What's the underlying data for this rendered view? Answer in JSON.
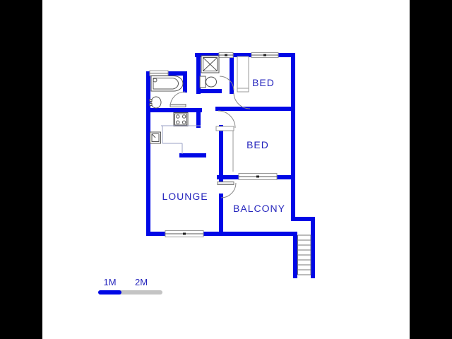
{
  "title": "floor-plan",
  "rooms": [
    {
      "name": "bed-1",
      "label": "BED"
    },
    {
      "name": "bed-2",
      "label": "BED"
    },
    {
      "name": "lounge",
      "label": "LOUNGE"
    },
    {
      "name": "balcony",
      "label": "BALCONY"
    }
  ],
  "fixtures": [
    "bathtub",
    "basin",
    "toilet",
    "shower",
    "kitchen-sink",
    "stove",
    "staircase"
  ],
  "scale": {
    "labels": [
      "1M",
      "2M"
    ]
  },
  "colors": {
    "wall": "#0008e6",
    "label_text": "#2626bd",
    "fixture_line": "#555555",
    "window_frame": "#999999",
    "stair_tread": "#777777",
    "counter_line": "#9aa0c4",
    "scale_blue": "#0008e6",
    "scale_gray": "#c4c4c4",
    "pillarbox": "#000000",
    "background": "#ffffff"
  }
}
